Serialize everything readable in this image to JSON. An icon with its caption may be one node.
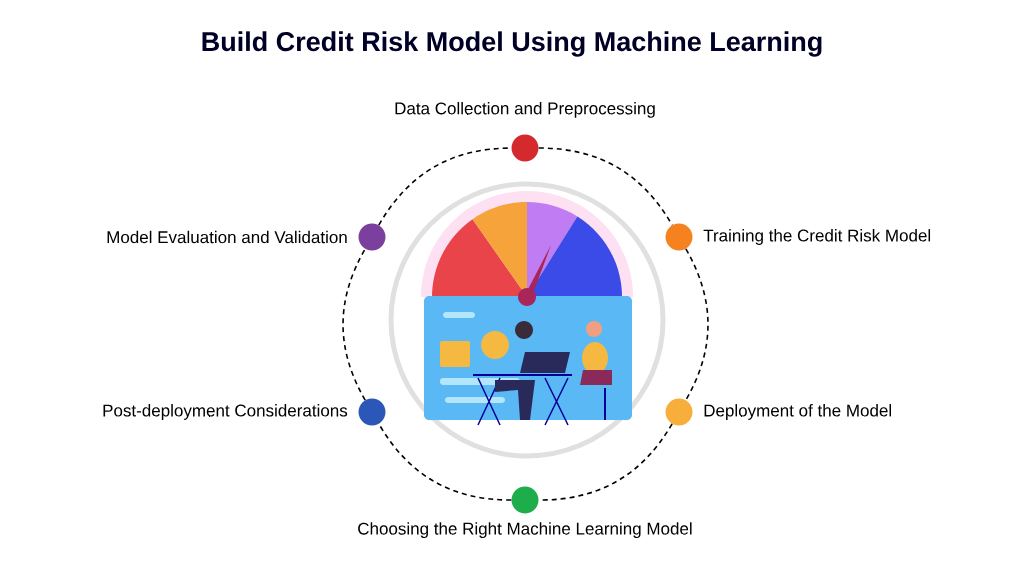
{
  "diagram": {
    "title": "Build Credit Risk Model Using Machine Learning",
    "nodes": [
      {
        "text": [],
        "shape": "circle",
        "beside": [
          "Data Collection and Preprocessing"
        ]
      },
      {
        "text": [],
        "shape": "circle",
        "beside": [
          "Training the Credit Risk Model"
        ]
      },
      {
        "text": [],
        "shape": "circle",
        "beside": [
          "Deployment of the Model"
        ]
      },
      {
        "text": [],
        "shape": "circle",
        "beside": [
          "Choosing the Right Machine Learning Model"
        ]
      },
      {
        "text": [],
        "shape": "circle",
        "beside": [
          "Post-deployment Considerations"
        ]
      },
      {
        "text": [],
        "shape": "circle",
        "beside": [
          "Model Evaluation and Validation"
        ]
      }
    ],
    "edges": [
      {
        "from": 0,
        "to": 1,
        "arrow": "none",
        "style": "dashed"
      },
      {
        "from": 1,
        "to": 2,
        "arrow": "none",
        "style": "dashed"
      },
      {
        "from": 2,
        "to": 3,
        "arrow": "none",
        "style": "dashed"
      },
      {
        "from": 3,
        "to": 4,
        "arrow": "none",
        "style": "dashed"
      },
      {
        "from": 4,
        "to": 5,
        "arrow": "none",
        "style": "dashed"
      },
      {
        "from": 5,
        "to": 0,
        "arrow": "none",
        "style": "dashed"
      }
    ]
  }
}
